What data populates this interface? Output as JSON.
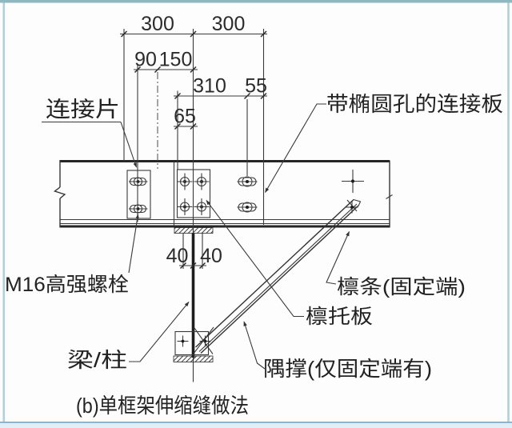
{
  "drawing": {
    "caption": "(b)单框架伸缩缝做法"
  },
  "labels": {
    "connector_tab": "连接片",
    "slotted_plate": "带椭圆孔的连接板",
    "m16_bolt": "M16高强螺栓",
    "purlin_fixed": "檩条(固定端)",
    "purlin_seat": "檩托板",
    "beam_column": "梁/柱",
    "knee_brace": "隅撑(仅固定端有)"
  },
  "dimensions": {
    "top_left": "300",
    "top_right": "300",
    "d90": "90",
    "d150": "150",
    "d310": "310",
    "d55": "55",
    "d65": "65",
    "web_left": "40",
    "web_right": "40"
  },
  "colors": {
    "paper": "#fcfdfc",
    "ink": "#3a3a3a",
    "ink_heavy": "#262626",
    "frame_top": "#8fb7c0",
    "frame_side": "#b2d0d9",
    "frame_bottom_line": "#84aecd",
    "frame_bottom_fill": "#e2eef6"
  }
}
